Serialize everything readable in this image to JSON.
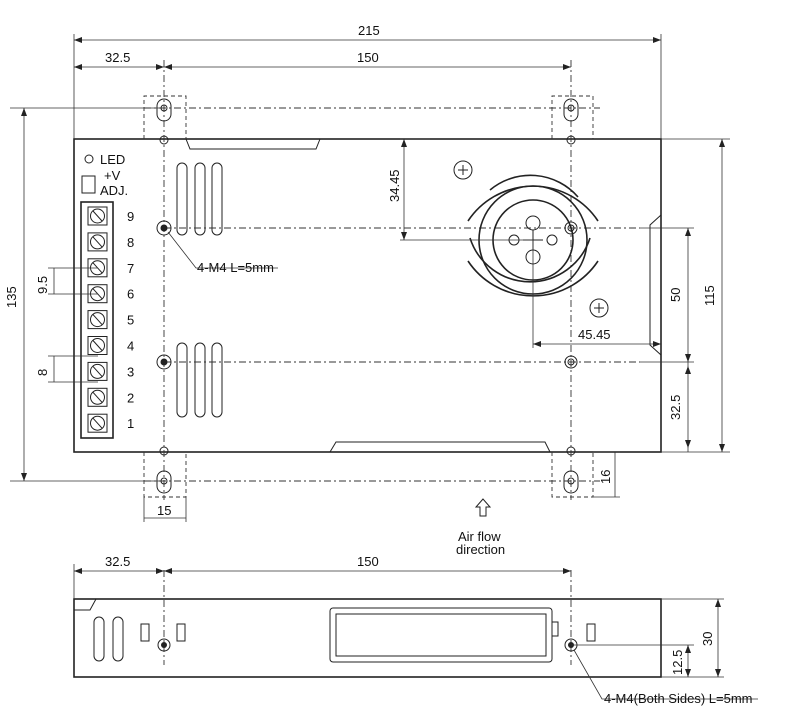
{
  "top_view": {
    "dim_overall_width": "215",
    "dim_left_offset": "32.5",
    "dim_hole_spacing": "150",
    "dim_overall_height": "135",
    "dim_body_height": "115",
    "dim_fan_top": "34.45",
    "dim_fan_right": "45.45",
    "dim_hole_vertical": "50",
    "dim_bottom_offset": "32.5",
    "dim_pitch_1": "9.5",
    "dim_pitch_2": "8",
    "dim_tab_width": "15",
    "dim_tab_depth": "16",
    "label_led": "LED",
    "label_v": "+V",
    "label_adj": "ADJ.",
    "label_screw": "4-M4 L=5mm",
    "terminals": [
      "9",
      "8",
      "7",
      "6",
      "5",
      "4",
      "3",
      "2",
      "1"
    ]
  },
  "airflow": {
    "line1": "Air flow",
    "line2": "direction"
  },
  "side_view": {
    "dim_left_offset": "32.5",
    "dim_hole_spacing": "150",
    "dim_height": "30",
    "dim_hole_height": "12.5",
    "label_screw": "4-M4(Both Sides) L=5mm"
  }
}
